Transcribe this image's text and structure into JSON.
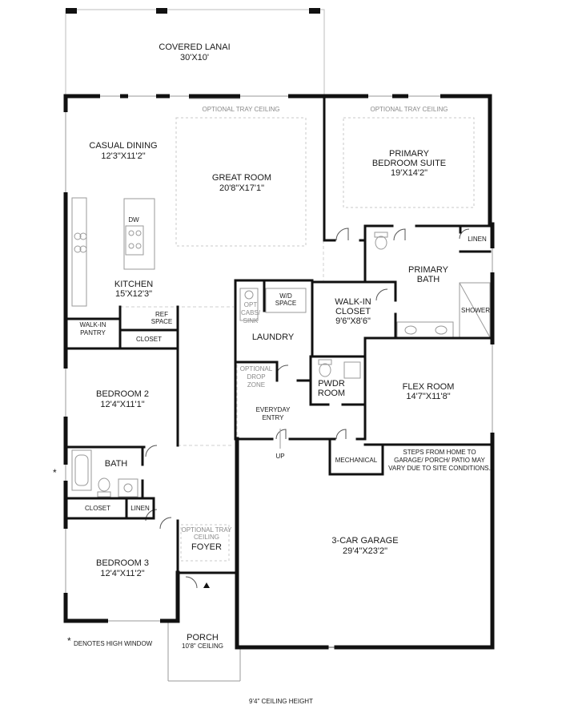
{
  "rooms": {
    "covered_lanai": {
      "name": "COVERED LANAI",
      "dim": "30'X10'"
    },
    "casual_dining": {
      "name": "CASUAL DINING",
      "dim": "12'3\"X11'2\""
    },
    "great_room": {
      "name": "GREAT ROOM",
      "dim": "20'8\"X17'1\""
    },
    "primary_suite": {
      "name1": "PRIMARY",
      "name2": "BEDROOM SUITE",
      "dim": "19'X14'2\""
    },
    "kitchen": {
      "name": "KITCHEN",
      "dim": "15'X12'3\""
    },
    "walkin_pantry": {
      "name1": "WALK-IN",
      "name2": "PANTRY"
    },
    "ref_space": {
      "name1": "REF",
      "name2": "SPACE"
    },
    "closet_a": {
      "name": "CLOSET"
    },
    "laundry": {
      "name": "LAUNDRY"
    },
    "wd_space": {
      "name1": "W/D",
      "name2": "SPACE"
    },
    "opt_cabs": {
      "l1": "OPT",
      "l2": "CABS/",
      "l3": "SINK"
    },
    "walkin_closet": {
      "name1": "WALK-IN",
      "name2": "CLOSET",
      "dim": "9'6\"X8'6\""
    },
    "primary_bath": {
      "name1": "PRIMARY",
      "name2": "BATH"
    },
    "linen_a": {
      "name": "LINEN"
    },
    "shower": {
      "name": "SHOWER"
    },
    "bedroom2": {
      "name": "BEDROOM 2",
      "dim": "12'4\"X11'1\""
    },
    "drop_zone": {
      "l1": "OPTIONAL",
      "l2": "DROP",
      "l3": "ZONE"
    },
    "pwdr": {
      "name1": "PWDR",
      "name2": "ROOM"
    },
    "flex": {
      "name": "FLEX ROOM",
      "dim": "14'7\"X11'8\""
    },
    "everyday_entry": {
      "l1": "EVERYDAY",
      "l2": "ENTRY"
    },
    "bath": {
      "name": "BATH"
    },
    "closet_b": {
      "name": "CLOSET"
    },
    "linen_b": {
      "name": "LINEN"
    },
    "mechanical": {
      "name": "MECHANICAL"
    },
    "bedroom3": {
      "name": "BEDROOM 3",
      "dim": "12'4\"X11'2\""
    },
    "foyer": {
      "name": "FOYER",
      "note1": "OPTIONAL TRAY",
      "note2": "CEILING"
    },
    "garage": {
      "name": "3-CAR GARAGE",
      "dim": "29'4\"X23'2\""
    },
    "porch": {
      "name": "PORCH",
      "dim": "10'8\" CEILING"
    }
  },
  "notes": {
    "tray_ceiling_great": "OPTIONAL TRAY CEILING",
    "tray_ceiling_primary": "OPTIONAL TRAY CEILING",
    "dw": "DW",
    "up": "UP",
    "steps1": "STEPS FROM HOME TO",
    "steps2": "GARAGE/ PORCH/ PATIO MAY",
    "steps3": "VARY DUE TO SITE CONDITIONS.",
    "asterisk": "*",
    "high_window": "DENOTES HIGH WINDOW",
    "ceiling_height": "9'4\" CEILING HEIGHT"
  }
}
